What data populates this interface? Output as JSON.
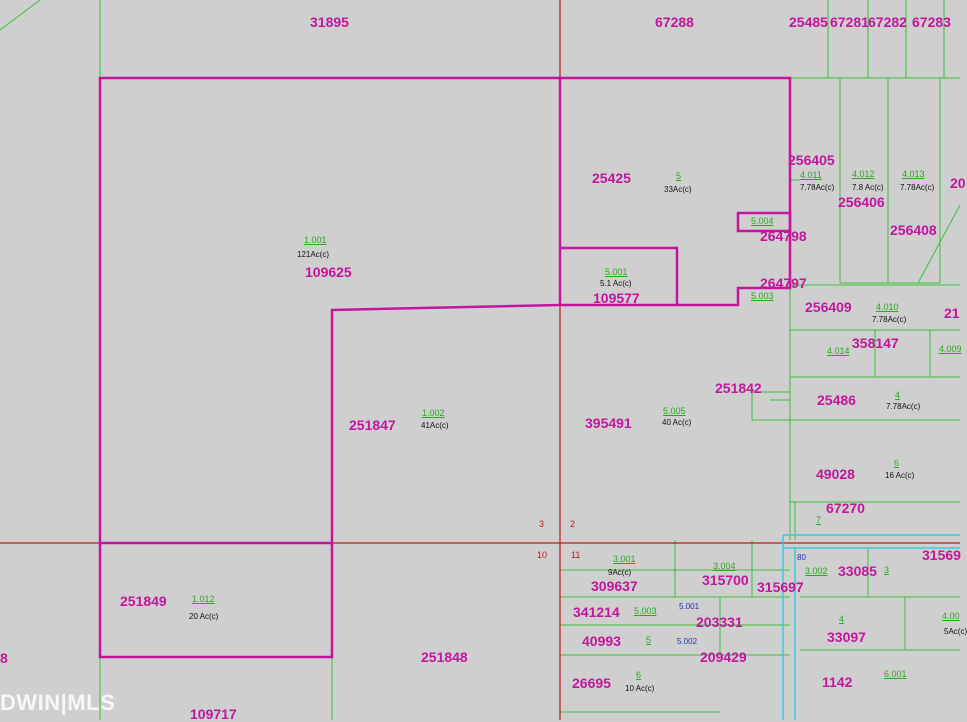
{
  "parcel_ids": [
    {
      "id": "p31895",
      "text": "31895"
    },
    {
      "id": "p67288",
      "text": "67288"
    },
    {
      "id": "p25485",
      "text": "25485"
    },
    {
      "id": "p67281",
      "text": "67281"
    },
    {
      "id": "p67282",
      "text": "67282"
    },
    {
      "id": "p67283",
      "text": "67283"
    },
    {
      "id": "p109625",
      "text": "109625"
    },
    {
      "id": "p25425",
      "text": "25425"
    },
    {
      "id": "p256405",
      "text": "256405"
    },
    {
      "id": "p256406",
      "text": "256406"
    },
    {
      "id": "p256408",
      "text": "256408"
    },
    {
      "id": "p264798",
      "text": "264798"
    },
    {
      "id": "p264797",
      "text": "264797"
    },
    {
      "id": "p109577",
      "text": "109577"
    },
    {
      "id": "p256409",
      "text": "256409"
    },
    {
      "id": "p358147",
      "text": "358147"
    },
    {
      "id": "p251842",
      "text": "251842"
    },
    {
      "id": "p25486",
      "text": "25486"
    },
    {
      "id": "p251847",
      "text": "251847"
    },
    {
      "id": "p395491",
      "text": "395491"
    },
    {
      "id": "p49028",
      "text": "49028"
    },
    {
      "id": "p67270",
      "text": "67270"
    },
    {
      "id": "p251849",
      "text": "251849"
    },
    {
      "id": "p309637",
      "text": "309637"
    },
    {
      "id": "p315700",
      "text": "315700"
    },
    {
      "id": "p315697",
      "text": "315697"
    },
    {
      "id": "p33085",
      "text": "33085"
    },
    {
      "id": "p31569",
      "text": "31569"
    },
    {
      "id": "p341214",
      "text": "341214"
    },
    {
      "id": "p203331",
      "text": "203331"
    },
    {
      "id": "p40993",
      "text": "40993"
    },
    {
      "id": "p33097",
      "text": "33097"
    },
    {
      "id": "p251848",
      "text": "251848"
    },
    {
      "id": "p209429",
      "text": "209429"
    },
    {
      "id": "p26695",
      "text": "26695"
    },
    {
      "id": "p1142",
      "text": "1142"
    },
    {
      "id": "p109717",
      "text": "109717"
    },
    {
      "id": "p8",
      "text": "8"
    },
    {
      "id": "p21",
      "text": "21"
    },
    {
      "id": "p20",
      "text": "20"
    }
  ],
  "parcel_numbers": [
    {
      "id": "n1001",
      "text": "1.001"
    },
    {
      "id": "n5",
      "text": "5"
    },
    {
      "id": "n4011",
      "text": "4.011"
    },
    {
      "id": "n4012",
      "text": "4.012"
    },
    {
      "id": "n4013",
      "text": "4.013"
    },
    {
      "id": "n5004",
      "text": "5.004"
    },
    {
      "id": "n5001",
      "text": "5.001"
    },
    {
      "id": "n5003a",
      "text": "5.003"
    },
    {
      "id": "n4010",
      "text": "4.010"
    },
    {
      "id": "n4014",
      "text": "4.014"
    },
    {
      "id": "n4009",
      "text": "4.009"
    },
    {
      "id": "n4",
      "text": "4"
    },
    {
      "id": "n1002",
      "text": "1.002"
    },
    {
      "id": "n5005",
      "text": "5.005"
    },
    {
      "id": "n6",
      "text": "6"
    },
    {
      "id": "n7",
      "text": "7"
    },
    {
      "id": "n1012",
      "text": "1.012"
    },
    {
      "id": "n3001",
      "text": "3.001"
    },
    {
      "id": "n3004",
      "text": "3.004"
    },
    {
      "id": "n3002",
      "text": "3.002"
    },
    {
      "id": "n3",
      "text": "3"
    },
    {
      "id": "n5003b",
      "text": "5.003"
    },
    {
      "id": "n4b",
      "text": "4"
    },
    {
      "id": "n400",
      "text": "4.00"
    },
    {
      "id": "n5b",
      "text": "5"
    },
    {
      "id": "n6b",
      "text": "6"
    },
    {
      "id": "n6001",
      "text": "6.001"
    }
  ],
  "acreages": [
    {
      "id": "a121",
      "text": "121Ac(c)"
    },
    {
      "id": "a33",
      "text": "33Ac(c)"
    },
    {
      "id": "a78a",
      "text": "7.78Ac(c)"
    },
    {
      "id": "a78b",
      "text": "7.8 Ac(c)"
    },
    {
      "id": "a78c",
      "text": "7.78Ac(c)"
    },
    {
      "id": "a51",
      "text": "5.1 Ac(c)"
    },
    {
      "id": "a78d",
      "text": "7.78Ac(c)"
    },
    {
      "id": "a778",
      "text": "7.78Ac(c)"
    },
    {
      "id": "a41",
      "text": "41Ac(c)"
    },
    {
      "id": "a40",
      "text": "40 Ac(c)"
    },
    {
      "id": "a16",
      "text": "16 Ac(c)"
    },
    {
      "id": "a20",
      "text": "20 Ac(c)"
    },
    {
      "id": "a9",
      "text": "9Ac(c)"
    },
    {
      "id": "a5ac",
      "text": "5Ac(c)"
    },
    {
      "id": "a10",
      "text": "10 Ac(c)"
    }
  ],
  "section_numbers": [
    {
      "id": "s3",
      "text": "3"
    },
    {
      "id": "s2",
      "text": "2"
    },
    {
      "id": "s10",
      "text": "10"
    },
    {
      "id": "s11",
      "text": "11"
    }
  ],
  "blue_numbers": [
    {
      "id": "b5001",
      "text": "5.001"
    },
    {
      "id": "b5002",
      "text": "5.002"
    },
    {
      "id": "b80",
      "text": "80"
    }
  ],
  "watermark": "DWIN|MLS",
  "colors": {
    "background": "#cfcfcf",
    "parcel_line": "#39c239",
    "highlight_boundary": "#c4159e",
    "section_line": "#c0141b",
    "road_line": "#3cc8d8",
    "parcel_id_text": "#c4159e",
    "parcel_number_text": "#2aa81e"
  }
}
